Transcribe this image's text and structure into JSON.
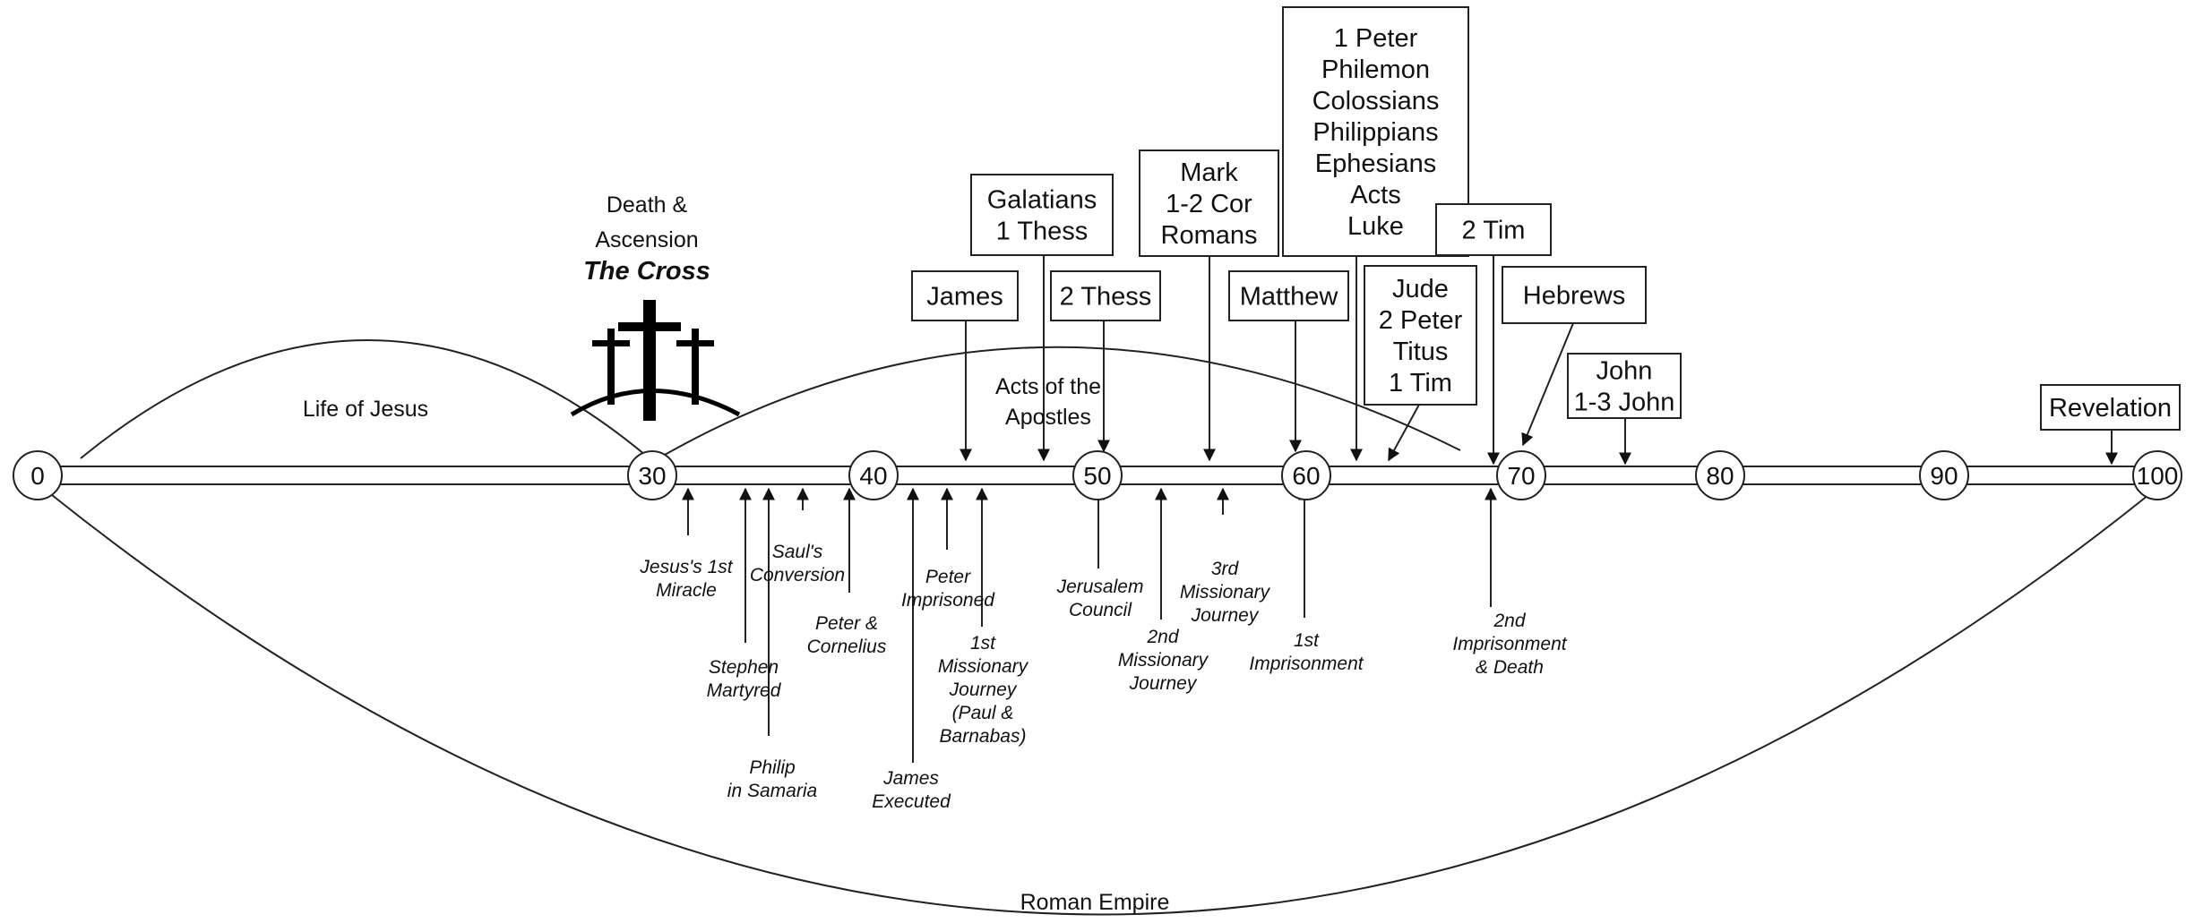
{
  "timeline": {
    "markers": [
      "0",
      "30",
      "40",
      "50",
      "60",
      "70",
      "80",
      "90",
      "100"
    ],
    "arcs": {
      "jesus": "Life of Jesus",
      "acts": [
        "Acts of the",
        "Apostles"
      ],
      "roman": "Roman Empire"
    },
    "cross": {
      "caption": [
        "Death &",
        "Ascension"
      ],
      "title": "The Cross"
    },
    "books": [
      {
        "lines": [
          "James"
        ]
      },
      {
        "lines": [
          "Galatians",
          "1 Thess"
        ]
      },
      {
        "lines": [
          "2 Thess"
        ]
      },
      {
        "lines": [
          "Mark",
          "1-2 Cor",
          "Romans"
        ]
      },
      {
        "lines": [
          "Matthew"
        ]
      },
      {
        "lines": [
          "1 Peter",
          "Philemon",
          "Colossians",
          "Philippians",
          "Ephesians",
          "Acts",
          "Luke"
        ]
      },
      {
        "lines": [
          "Jude",
          "2 Peter",
          "Titus",
          "1 Tim"
        ]
      },
      {
        "lines": [
          "2 Tim"
        ]
      },
      {
        "lines": [
          "Hebrews"
        ]
      },
      {
        "lines": [
          "John",
          "1-3 John"
        ]
      },
      {
        "lines": [
          "Revelation"
        ]
      }
    ],
    "events": [
      {
        "lines": [
          "Jesus's 1st",
          "Miracle"
        ]
      },
      {
        "lines": [
          "Stephen",
          "Martyred"
        ]
      },
      {
        "lines": [
          "Philip",
          "in Samaria"
        ]
      },
      {
        "lines": [
          "Saul's",
          "Conversion"
        ]
      },
      {
        "lines": [
          "Peter &",
          "Cornelius"
        ]
      },
      {
        "lines": [
          "James",
          "Executed"
        ]
      },
      {
        "lines": [
          "Peter",
          "Imprisoned"
        ]
      },
      {
        "lines": [
          "1st",
          "Missionary",
          "Journey",
          "(Paul &",
          "Barnabas)"
        ]
      },
      {
        "lines": [
          "Jerusalem",
          "Council"
        ]
      },
      {
        "lines": [
          "2nd",
          "Missionary",
          "Journey"
        ]
      },
      {
        "lines": [
          "3rd",
          "Missionary",
          "Journey"
        ]
      },
      {
        "lines": [
          "1st",
          "Imprisonment"
        ]
      },
      {
        "lines": [
          "2nd",
          "Imprisonment",
          "& Death"
        ]
      }
    ]
  }
}
